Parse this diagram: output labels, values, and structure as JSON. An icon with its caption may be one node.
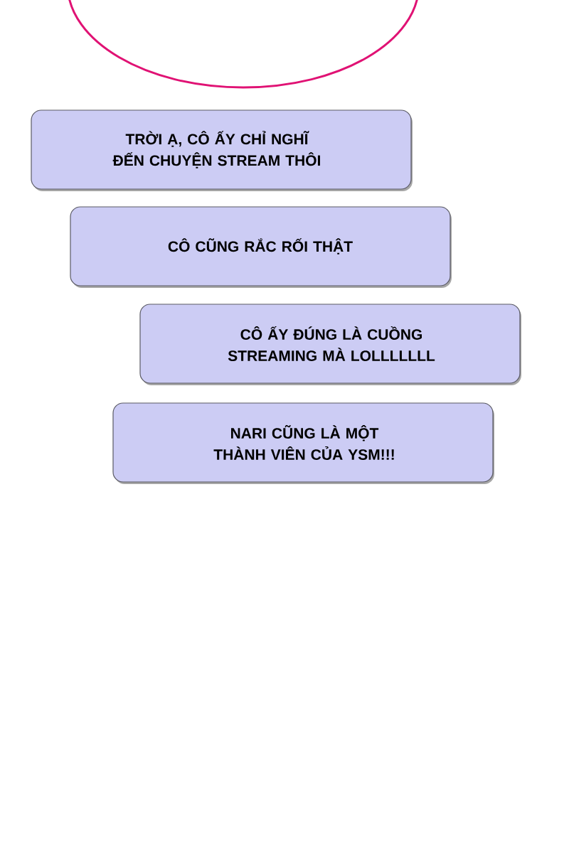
{
  "diagram": {
    "nodes": [
      {
        "text": [],
        "shape": "ellipse"
      },
      {
        "text": [
          "TRỜI Ạ, CÔ ẤY CHỈ NGHĨ ĐẾN CHUYỆN STREAM THÔI"
        ]
      },
      {
        "text": [
          "CÔ CŨNG RẮC RỐI THẬT"
        ]
      },
      {
        "text": [
          "CÔ ẤY ĐÚNG LÀ CUỒNG STREAMING MÀ LOLLLLLLL"
        ]
      },
      {
        "text": [
          "NARI CŨNG LÀ MỘT THÀNH VIÊN CỦA YSM!!!"
        ]
      }
    ]
  }
}
